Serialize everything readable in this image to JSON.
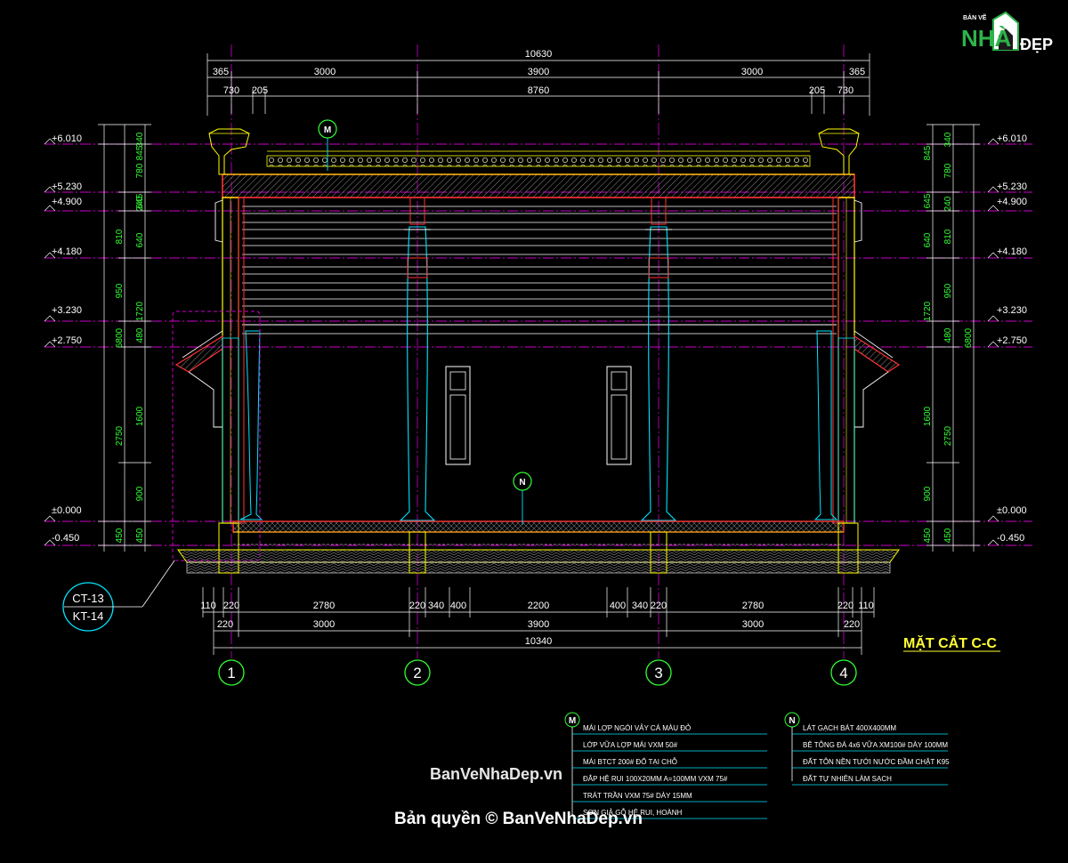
{
  "drawing": {
    "title": "MẶT CẮT C-C",
    "top_dims": {
      "overall": "10630",
      "row2": [
        "365",
        "3000",
        "3900",
        "3000",
        "365"
      ],
      "row3": [
        "730",
        "205",
        "8760",
        "205",
        "730"
      ]
    },
    "bottom_dims": {
      "row1": [
        "110",
        "220",
        "2780",
        "220",
        "340",
        "400",
        "2200",
        "400",
        "340",
        "220",
        "2780",
        "220",
        "110"
      ],
      "row2": [
        "220",
        "3000",
        "3900",
        "3000",
        "220"
      ],
      "overall": "10340"
    },
    "grid_labels": [
      "1",
      "2",
      "3",
      "4"
    ],
    "levels": [
      "+6.010",
      "+5.230",
      "+4.900",
      "+4.180",
      "+3.230",
      "+2.750",
      "±0.000",
      "-0.450"
    ],
    "vertical_dims": {
      "inner": [
        "340",
        "780",
        "240",
        "810",
        "950",
        "480",
        "1600",
        "900",
        "450"
      ],
      "middle": [
        "845",
        "645",
        "640",
        "1720",
        "2750"
      ],
      "outer": "6800"
    },
    "tags": {
      "roof": "M",
      "floor": "N"
    },
    "detail_ref": {
      "top": "CT-13",
      "bottom": "KT-14"
    },
    "notes_m": {
      "marker": "M",
      "lines": [
        "MÁI LỢP NGÓI VẢY CÁ MÀU ĐỎ",
        "LỚP VỮA LỢP MÁI VXM 50#",
        "MÁI BTCT 200# ĐỔ TẠI CHỖ",
        "ĐẮP HỆ RUI 100X20MM A=100MM VXM 75#",
        "TRÁT TRẦN VXM 75# DÀY 15MM",
        "SƠN GIẢ GỖ HỆ RUI, HOÀNH"
      ]
    },
    "notes_n": {
      "marker": "N",
      "lines": [
        "LÁT GẠCH BÁT 400X400MM",
        "BÊ TÔNG ĐÁ 4x6 VỮA XM100# DÀY 100MM",
        "ĐẤT TÔN NỀN TƯỚI NƯỚC ĐẦM CHẶT K95",
        "ĐẤT TỰ NHIÊN LÀM SẠCH"
      ]
    },
    "watermark": {
      "site": "BanVeNhaDep.vn",
      "copyright": "Bản quyền © BanVeNhaDep.vn"
    },
    "logo": {
      "small": "BẢN VẼ",
      "big": "NHÀ",
      "suffix": "ĐẸP"
    },
    "colors": {
      "background": "#000000",
      "dimension": "#ffffff",
      "level_line": "#cc00cc",
      "structure": "#ffff00",
      "concrete": "#ff3333",
      "column": "#00e5ff",
      "label_green": "#33ff33",
      "title": "#ffff33"
    }
  }
}
